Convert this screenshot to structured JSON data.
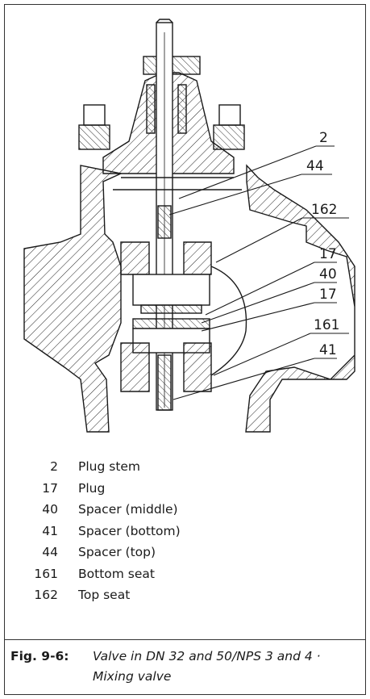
{
  "callouts": [
    "2",
    "44",
    "162",
    "17",
    "40",
    "17",
    "161",
    "41"
  ],
  "legend": [
    {
      "num": "2",
      "text": "Plug stem"
    },
    {
      "num": "17",
      "text": "Plug"
    },
    {
      "num": "40",
      "text": "Spacer (middle)"
    },
    {
      "num": "41",
      "text": "Spacer (bottom)"
    },
    {
      "num": "44",
      "text": "Spacer (top)"
    },
    {
      "num": "161",
      "text": "Bottom seat"
    },
    {
      "num": "162",
      "text": "Top seat"
    }
  ],
  "caption": {
    "label": "Fig. 9-6:",
    "text": "Valve in DN 32 and 50/NPS 3 and 4 · Mixing valve"
  }
}
